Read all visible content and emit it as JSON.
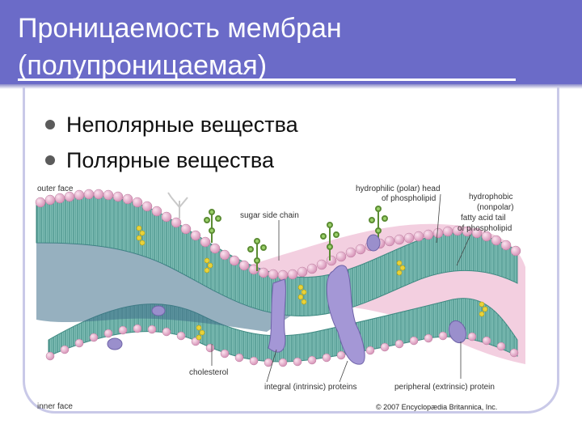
{
  "slide": {
    "title_line1": "Проницаемость мембран",
    "title_line2": "(полупроницаемая)",
    "bullets": [
      "Неполярные вещества",
      "Полярные вещества"
    ]
  },
  "figure": {
    "labels": {
      "outer_face": "outer face",
      "inner_face": "inner face",
      "sugar_side_chain": "sugar side chain",
      "polar_head_1": "hydrophilic (polar) head",
      "polar_head_2": "of phospholipid",
      "nonpolar_tail_1": "hydrophobic",
      "nonpolar_tail_2": "(nonpolar)",
      "nonpolar_tail_3": "fatty acid tail",
      "nonpolar_tail_4": "of phospholipid",
      "cholesterol": "cholesterol",
      "integral_proteins": "integral (intrinsic) proteins",
      "peripheral_protein": "peripheral (extrinsic) protein",
      "copyright": "© 2007 Encyclopædia Britannica, Inc."
    },
    "colors": {
      "head": "#e8b4cf",
      "tail": "#5fa8a0",
      "protein": "#9a8fcc",
      "cholesterol": "#e8d23a",
      "sugar": "#6a9a3a"
    }
  }
}
